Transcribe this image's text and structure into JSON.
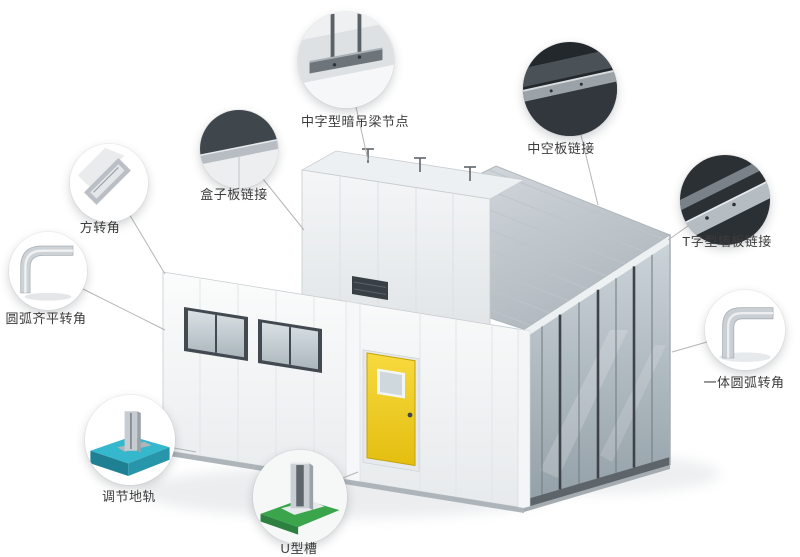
{
  "diagram": {
    "callouts": [
      {
        "id": "hidden-ceiling-beam-node",
        "label": "中字型暗吊梁节点"
      },
      {
        "id": "hollow-panel-connection",
        "label": "中空板链接"
      },
      {
        "id": "box-panel-connection",
        "label": "盒子板链接"
      },
      {
        "id": "square-corner",
        "label": "方转角"
      },
      {
        "id": "t-type-wall-panel-connection",
        "label": "T字型墙板链接"
      },
      {
        "id": "arc-flush-corner",
        "label": "圆弧齐平转角"
      },
      {
        "id": "integrated-arc-corner",
        "label": "一体圆弧转角"
      },
      {
        "id": "adjustable-floor-track",
        "label": "调节地轨"
      },
      {
        "id": "u-type-channel",
        "label": "U型槽"
      }
    ],
    "colors": {
      "door_yellow": "#f2cf1f",
      "track_cyan": "#35b7cd",
      "channel_green": "#3ba54b",
      "roof_gray": "#b7bec5",
      "wall_white": "#f7f8f9",
      "label_text": "#3c3c3c",
      "leader_line": "#b5b5b5"
    }
  }
}
